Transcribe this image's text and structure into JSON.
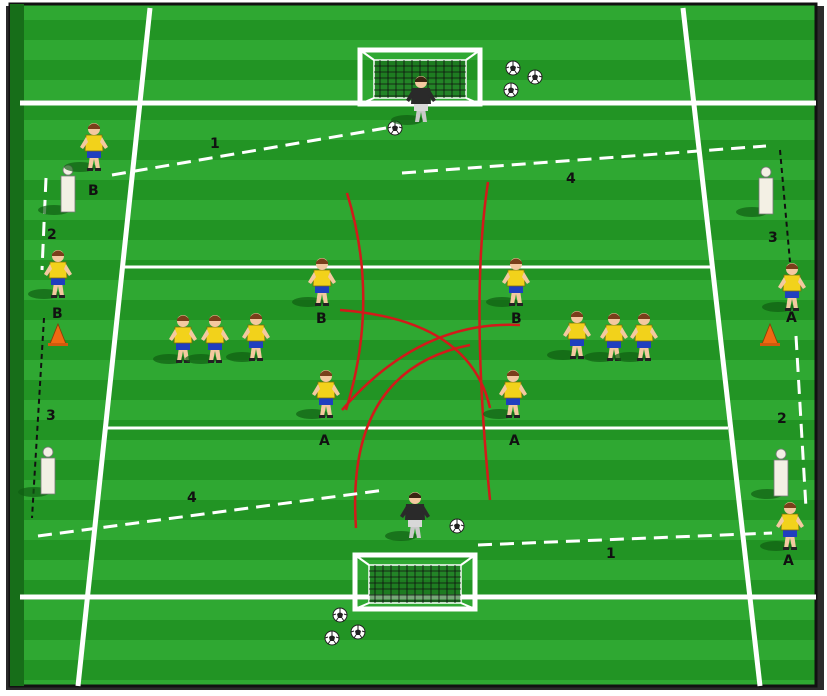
{
  "colors": {
    "grass_dark": "#1f8f22",
    "grass_light": "#33b236",
    "line": "#ffffff",
    "run_path": "#d21a1a",
    "shirt": "#f2d21b",
    "shorts": "#1f3fbf",
    "keeper": "#2a2a2a",
    "cone": "#f06a12",
    "mannequin": "#f3f0e4",
    "frame_shadow": "#1a1a1a"
  },
  "labels": {
    "pass_1_top": "1",
    "pass_1_bottom": "1",
    "run_2_left": "2",
    "run_2_right": "2",
    "run_3_left": "3",
    "run_3_right": "3",
    "pass_4_top": "4",
    "pass_4_bottom": "4",
    "player_b_topleft": "B",
    "player_b_left": "B",
    "player_b_center_left": "B",
    "player_b_center_right": "B",
    "player_a_center_left": "A",
    "player_a_center_right": "A",
    "player_a_right": "A",
    "player_a_bottomright": "A"
  },
  "icons": {
    "goal": "goal-icon",
    "goalkeeper": "goalkeeper-icon",
    "player": "player-icon",
    "ball": "soccer-ball-icon",
    "cone": "cone-icon",
    "mannequin": "mannequin-icon"
  }
}
